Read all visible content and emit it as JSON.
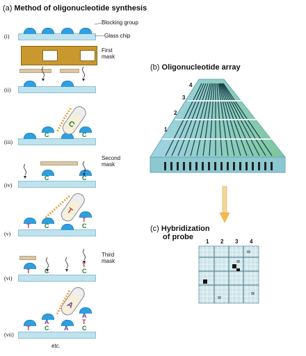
{
  "panel_a": {
    "title_prefix": "(a)",
    "title_text": "Method of oligonucleotide synthesis",
    "blocking_group": "Blocking group",
    "glass_chip": "Glass chip",
    "first_mask": "First\nmask",
    "second_mask": "Second\nmask",
    "third_mask": "Third\nmask",
    "steps": [
      "(i)",
      "(ii)",
      "(iii)",
      "(iv)",
      "(v)",
      "(vi)",
      "(vii)"
    ],
    "etc": "etc.",
    "nt_colors": {
      "C": "#1f7a2e",
      "T": "#c8323a",
      "A": "#6b3f8f"
    }
  },
  "panel_b": {
    "title_prefix": "(b)",
    "title_text": "Oligonucleotide array",
    "row_numbers": [
      "1",
      "2",
      "3",
      "4"
    ]
  },
  "panel_c": {
    "title_prefix": "(c)",
    "title_text_line1": "Hybridization",
    "title_text_line2": "of probe",
    "col_numbers": [
      "1",
      "2",
      "3",
      "4"
    ]
  }
}
